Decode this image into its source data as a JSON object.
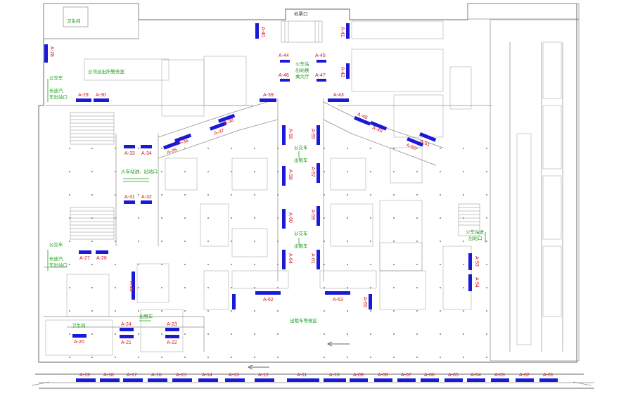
{
  "colors": {
    "gate_fill": "#1a1ad6",
    "gate_text": "#d8141a",
    "note_text": "#1a9a1a",
    "wall": "#8c8c8c",
    "background": "#ffffff"
  },
  "gates_horizontal": [
    {
      "id": "A-01",
      "label": "A-01"
    },
    {
      "id": "A-02",
      "label": "A-02"
    },
    {
      "id": "A-03",
      "label": "A-03"
    },
    {
      "id": "A-04",
      "label": "A-04"
    },
    {
      "id": "A-05",
      "label": "A-05"
    },
    {
      "id": "A-06",
      "label": "A-06"
    },
    {
      "id": "A-07",
      "label": "A-07"
    },
    {
      "id": "A-08",
      "label": "A-08"
    },
    {
      "id": "A-09",
      "label": "A-09"
    },
    {
      "id": "A-10",
      "label": "A-10"
    },
    {
      "id": "A-11",
      "label": "A-11"
    },
    {
      "id": "A-12",
      "label": "A-12"
    },
    {
      "id": "A-13",
      "label": "A-13"
    },
    {
      "id": "A-14",
      "label": "A-14"
    },
    {
      "id": "A-15",
      "label": "A-15"
    },
    {
      "id": "A-16",
      "label": "A-16"
    },
    {
      "id": "A-17",
      "label": "A-17"
    },
    {
      "id": "A-18",
      "label": "A-18"
    },
    {
      "id": "A-19",
      "label": "A-19"
    },
    {
      "id": "A-20",
      "label": "A-20"
    },
    {
      "id": "A-21",
      "label": "A-21"
    },
    {
      "id": "A-22",
      "label": "A-22"
    },
    {
      "id": "A-23",
      "label": "A-23"
    },
    {
      "id": "A-24",
      "label": "A-24"
    },
    {
      "id": "A-26",
      "label": "A-26"
    },
    {
      "id": "A-27",
      "label": "A-27"
    },
    {
      "id": "A-29",
      "label": "A-29"
    },
    {
      "id": "A-30",
      "label": "A-30"
    },
    {
      "id": "A-31",
      "label": "A-31"
    },
    {
      "id": "A-32",
      "label": "A-32"
    },
    {
      "id": "A-33",
      "label": "A-33"
    },
    {
      "id": "A-34",
      "label": "A-34"
    },
    {
      "id": "A-39",
      "label": "A-39"
    },
    {
      "id": "A-43",
      "label": "A-43"
    },
    {
      "id": "A-44",
      "label": "A-44"
    },
    {
      "id": "A-45",
      "label": "A-45"
    },
    {
      "id": "A-46",
      "label": "A-46"
    },
    {
      "id": "A-47",
      "label": "A-47"
    },
    {
      "id": "A-62",
      "label": "A-62"
    },
    {
      "id": "A-63",
      "label": "A-63"
    }
  ],
  "gates_vertical": [
    {
      "id": "A-28",
      "label": "A-28"
    },
    {
      "id": "A-25",
      "label": "A-25"
    },
    {
      "id": "A-40",
      "label": "A-40"
    },
    {
      "id": "A-41",
      "label": "A-41"
    },
    {
      "id": "A-42",
      "label": "A-42"
    },
    {
      "id": "A-56",
      "label": "A-56"
    },
    {
      "id": "A-55",
      "label": "A-55"
    },
    {
      "id": "A-57",
      "label": "A-57"
    },
    {
      "id": "A-58",
      "label": "A-58"
    },
    {
      "id": "A-59",
      "label": "A-59"
    },
    {
      "id": "A-60",
      "label": "A-60"
    },
    {
      "id": "A-61",
      "label": "A-61"
    },
    {
      "id": "A-64",
      "label": "A-64"
    },
    {
      "id": "A-53",
      "label": "A-53"
    },
    {
      "id": "A-54",
      "label": "A-54"
    },
    {
      "id": "A-65",
      "label": "A-65"
    }
  ],
  "gates_diagonal": [
    {
      "id": "A-35",
      "label": "A-35"
    },
    {
      "id": "A-36",
      "label": "A-36"
    },
    {
      "id": "A-37",
      "label": "A-37"
    },
    {
      "id": "A-38",
      "label": "A-38"
    },
    {
      "id": "A-48",
      "label": "A-48"
    },
    {
      "id": "A-49",
      "label": "A-49"
    },
    {
      "id": "A-50",
      "label": "A-50"
    },
    {
      "id": "A-51",
      "label": "A-51"
    }
  ],
  "notes": {
    "toilet_top": "卫生间",
    "toilet_bottom": "卫生间",
    "checkin": "检票口",
    "city_office": "沙河派出所警务室",
    "bus_left_top": "公交车",
    "long_coach_left_top_1": "长途汽",
    "long_coach_left_top_2": "车出站口",
    "bus_left_bottom": "公交车",
    "long_coach_left_bottom_1": "长途汽",
    "long_coach_left_bottom_2": "车出站口",
    "station_transfer_1": "火车站",
    "station_transfer_2": "出站换",
    "station_transfer_3": "乘大厅",
    "train_exit_left": "火车站进、出站口",
    "bus_center_1": "公交车",
    "taxi_center_1": "出租车",
    "bus_center_2": "公交车",
    "taxi_center_2": "出租车",
    "taxi_left": "出租车",
    "taxi_waiting": "出租车等候区",
    "train_exit_right_1": "火车站进",
    "train_exit_right_2": "出站口"
  }
}
